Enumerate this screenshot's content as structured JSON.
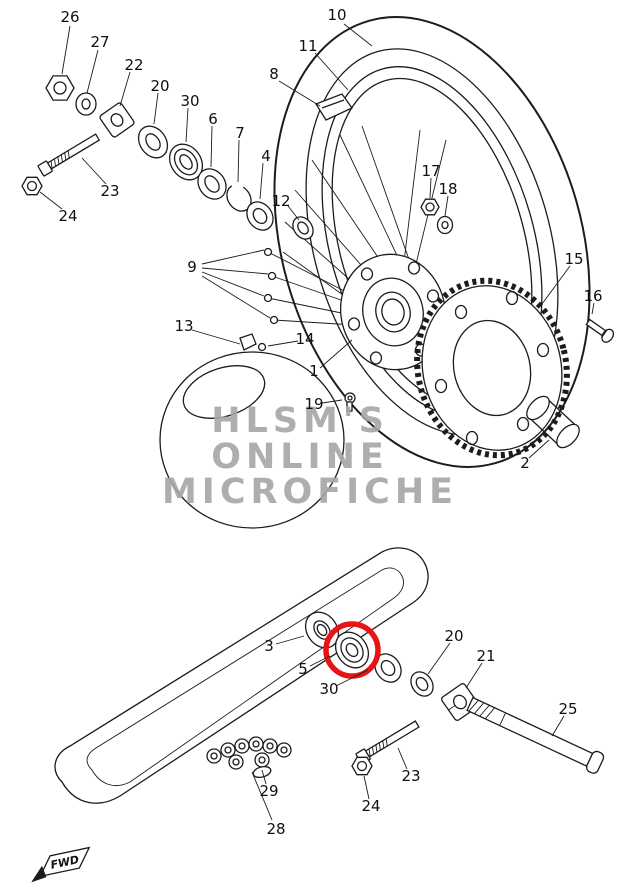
{
  "colors": {
    "highlight": "#e81313",
    "ink": "#1c1c1c",
    "watermark": "#a6a6a6"
  },
  "watermark": {
    "line1": "HLSM'S",
    "line2": "ONLINE",
    "line3": "MICROFICHE"
  },
  "fwd": "FWD",
  "callouts": {
    "c26": "26",
    "c27": "27",
    "c22": "22",
    "c23_top": "23",
    "c24_top": "24",
    "c20_top": "20",
    "c30_top": "30",
    "c6": "6",
    "c7": "7",
    "c4": "4",
    "c8": "8",
    "c11": "11",
    "c10": "10",
    "c12": "12",
    "c17": "17",
    "c18": "18",
    "c9": "9",
    "c15": "15",
    "c16": "16",
    "c13": "13",
    "c14": "14",
    "c1": "1",
    "c19": "19",
    "c2": "2",
    "c3": "3",
    "c5": "5",
    "c30_bottom": "30",
    "c20_bottom": "20",
    "c21": "21",
    "c25": "25",
    "c23_bottom": "23",
    "c24_bottom": "24",
    "c28": "28",
    "c29": "29"
  }
}
